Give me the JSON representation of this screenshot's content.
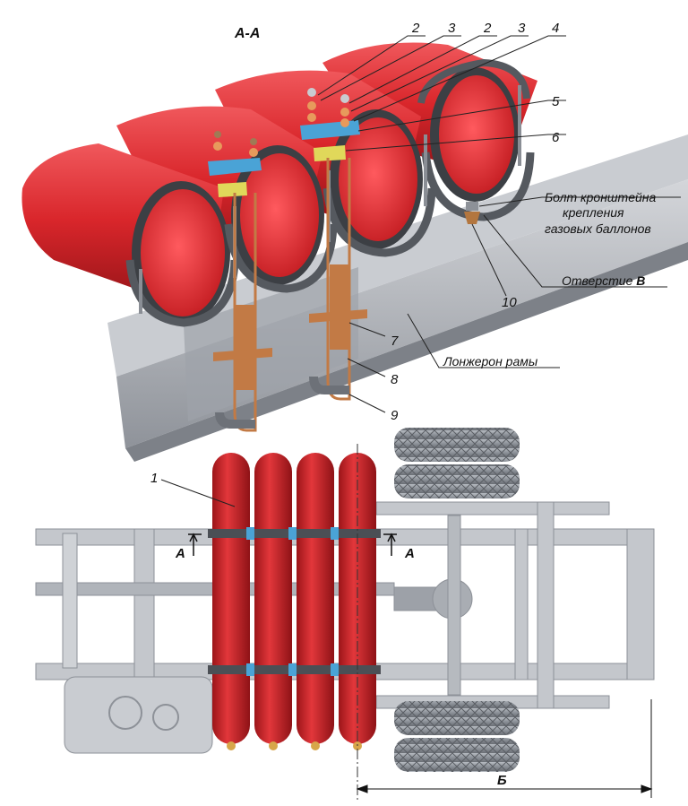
{
  "section_title": "А-А",
  "callouts": {
    "c1": "1",
    "c2a": "2",
    "c3a": "3",
    "c2b": "2",
    "c3b": "3",
    "c4": "4",
    "c5": "5",
    "c6": "6",
    "c7": "7",
    "c8": "8",
    "c9": "9",
    "c10": "10"
  },
  "labels": {
    "bolt_line1": "Болт кронштейна",
    "bolt_line2": "крепления",
    "bolt_line3": "газовых баллонов",
    "hole_prefix": "Отверстие ",
    "hole_letter": "В",
    "frame_rail": "Лонжерон рамы",
    "section_mark_left": "А",
    "section_mark_right": "А",
    "dimension": "Б"
  },
  "colors": {
    "cylinder": "#d9262b",
    "clamp": "#5a5f66",
    "pad_blue": "#4aa3d6",
    "pad_yellow": "#e0d85a",
    "bracket_copper": "#c27a45",
    "frame": "#b9bcc2"
  },
  "icons": [
    "gas-cylinder",
    "clamp-band",
    "frame-rail",
    "wheel",
    "fuel-tank",
    "axle"
  ]
}
